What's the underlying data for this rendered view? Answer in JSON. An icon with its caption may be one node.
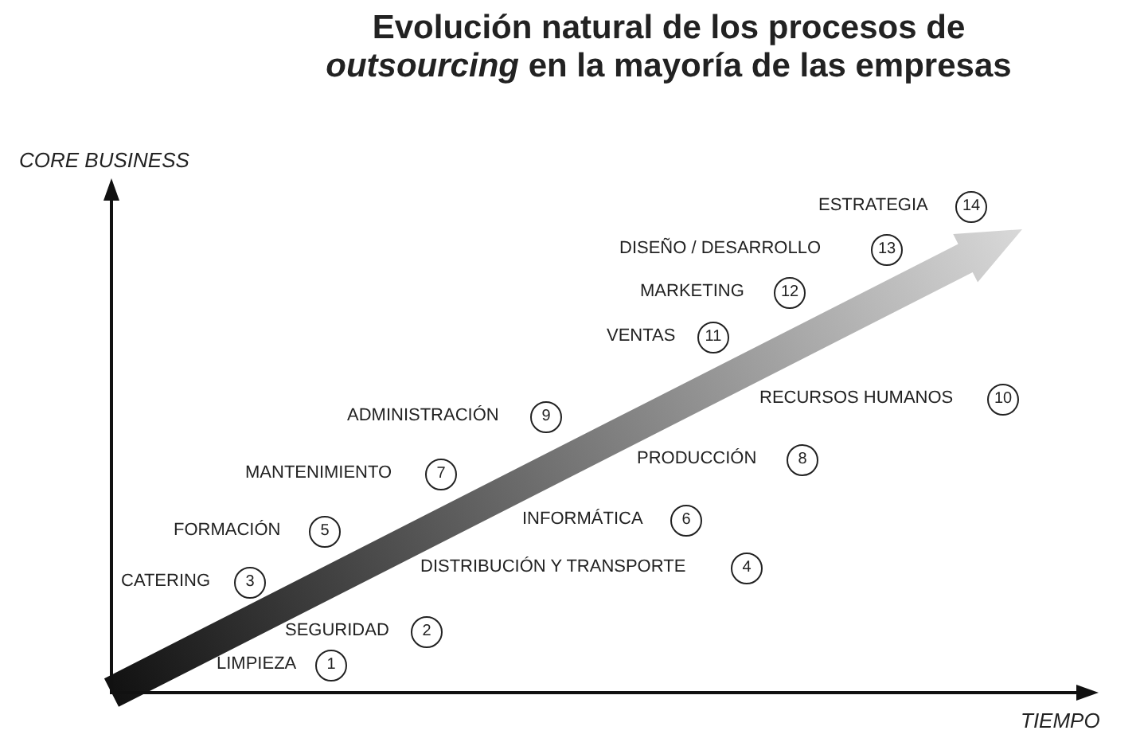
{
  "diagram": {
    "title": "Evolución natural de los procesos de *outsourcing* en la mayoría de las empresas",
    "labels": [
      "CORE BUSINESS",
      "ESTRATEGIA",
      "14",
      "DISEÑO / DESARROLLO",
      "13",
      "MARKETING",
      "12",
      "VENTAS",
      "11",
      "RECURSOS HUMANOS",
      "10",
      "ADMINISTRACIÓN",
      "9",
      "PRODUCCIÓN",
      "8",
      "MANTENIMIENTO",
      "7",
      "INFORMÁTICA",
      "6",
      "FORMACIÓN",
      "5",
      "DISTRIBUCIÓN Y TRANSPORTE",
      "4",
      "CATERING",
      "3",
      "SEGURIDAD",
      "2",
      "LIMPIEZA",
      "1",
      "TIEMPO"
    ]
  }
}
